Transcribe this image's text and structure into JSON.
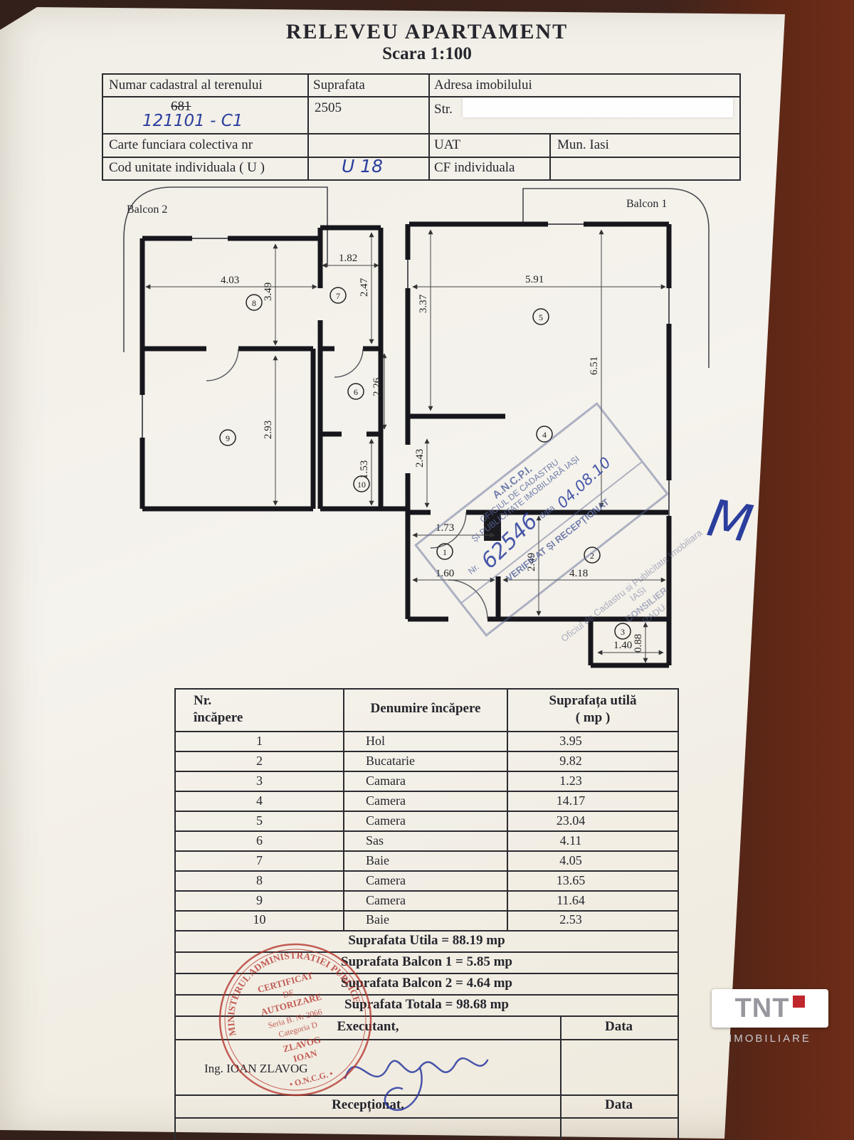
{
  "title": {
    "main": "RELEVEU  APARTAMENT",
    "scale": "Scara 1:100"
  },
  "top_table": {
    "h_cadastral": "Numar cadastral al terenului",
    "h_suprafata": "Suprafata",
    "h_adresa": "Adresa imobilului",
    "cadastral_typed": "681",
    "cadastral_hand": "121101 - C1",
    "suprafata_value": "2505",
    "adresa_value": "Str. ",
    "carte_funciara": "Carte funciara colectiva nr",
    "uat": "UAT",
    "uat_value": "Mun. Iasi",
    "cod_unitate": "Cod unitate individuala ( U )",
    "cod_hand": "U 18",
    "cf_individuala": "CF individuala"
  },
  "plan": {
    "balcon1": "Balcon 1",
    "balcon2": "Balcon 2",
    "room_numbers": [
      "1",
      "2",
      "3",
      "4",
      "5",
      "6",
      "7",
      "8",
      "9",
      "10"
    ],
    "dims": [
      "4.03",
      "3.49",
      "1.82",
      "2.47",
      "5.91",
      "3.37",
      "6.51",
      "2.26",
      "2.93",
      "2.43",
      "1.53",
      "1.73",
      "1.60",
      "2.49",
      "4.18",
      "1.40",
      "0.88"
    ],
    "hand_m": "M"
  },
  "stamp_ancpi": {
    "l1": "A.N.C.P.I.",
    "l2": "OFICIUL DE CADASTRU",
    "l3": "ȘI PUBLICITATE IMOBILIARĂ IAȘI",
    "nr_label": "Nr.",
    "nr_hand": "62546",
    "data_label": "data",
    "data_hand": "04.08.10",
    "verificat": "VERIFICAT ȘI RECEPȚIONAT"
  },
  "stamp_ocpi": {
    "l1": "Oficiul de Cadastru si Publicitate Imobiliara IASI",
    "l2": "CONSILIER",
    "l3": "RADU"
  },
  "stamp_red": {
    "ring_top": "MINISTERUL ADMINISTRATIEI PUBLICE",
    "ring_bottom": "• O.N.C.G. •",
    "l1": "CERTIFICAT",
    "l2": "DE",
    "l3": "AUTORIZARE",
    "l4": "Seria B. Nr 2066",
    "l5": "Categoria D",
    "l6": "ZLAVOG",
    "l7": "IOAN"
  },
  "room_table": {
    "h_nr1": "Nr.",
    "h_nr2": "încăpere",
    "h_den": "Denumire încăpere",
    "h_sup1": "Suprafața utilă",
    "h_sup2": "( mp )",
    "rows": [
      {
        "nr": "1",
        "name": "Hol",
        "area": "3.95"
      },
      {
        "nr": "2",
        "name": "Bucatarie",
        "area": "9.82"
      },
      {
        "nr": "3",
        "name": "Camara",
        "area": "1.23"
      },
      {
        "nr": "4",
        "name": "Camera",
        "area": "14.17"
      },
      {
        "nr": "5",
        "name": "Camera",
        "area": "23.04"
      },
      {
        "nr": "6",
        "name": "Sas",
        "area": "4.11"
      },
      {
        "nr": "7",
        "name": "Baie",
        "area": "4.05"
      },
      {
        "nr": "8",
        "name": "Camera",
        "area": "13.65"
      },
      {
        "nr": "9",
        "name": "Camera",
        "area": "11.64"
      },
      {
        "nr": "10",
        "name": "Baie",
        "area": "2.53"
      }
    ],
    "summary": [
      "Suprafata Utila = 88.19 mp",
      "Suprafata Balcon 1 = 5.85 mp",
      "Suprafata Balcon 2 = 4.64 mp",
      "Suprafata Totala = 98.68 mp"
    ],
    "executant": "Executant,",
    "data1": "Data",
    "executant_name": "Ing. IOAN ZLAVOG",
    "receptionat": "Recepționat,",
    "data2": "Data"
  },
  "logo": {
    "name": "TNT",
    "sub": "IMOBILIARE"
  }
}
